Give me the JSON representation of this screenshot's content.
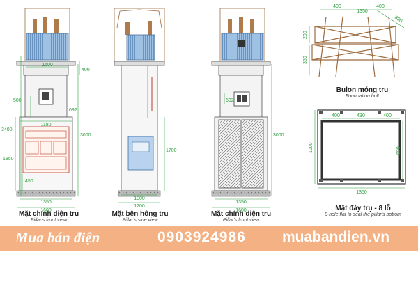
{
  "views": {
    "front": {
      "caption_vi": "Mặt chính diện trụ",
      "caption_en": "Pillar's front view",
      "dims": {
        "d1600_top": "1600",
        "d400": "400",
        "d500": "500",
        "d092": "092",
        "d3400": "3400",
        "d3000": "3000",
        "d1180": "1180",
        "d1850": "1850",
        "d450": "450",
        "d1350": "1350",
        "d1600_bottom": "1600"
      }
    },
    "side": {
      "caption_vi": "Mặt bên hông trụ",
      "caption_en": "Pillar's side view",
      "dims": {
        "d1700": "1700",
        "d1000": "1000",
        "d1200": "1200"
      }
    },
    "front2": {
      "caption_vi": "Mặt chính diện trụ",
      "caption_en": "Pillar's front view",
      "dims": {
        "d502": "502",
        "d3000": "3000",
        "d1350": "1350",
        "d1600": "1600"
      }
    },
    "bolt": {
      "caption_vi": "Bulon móng trụ",
      "caption_en": "Foundation bolt",
      "dims": {
        "d400_l": "400",
        "d400_r": "400",
        "d1350": "1350",
        "d890": "890",
        "d200": "200",
        "d350": "350"
      }
    },
    "bottom": {
      "caption_vi": "Mặt đáy trụ  -  8 lỗ",
      "caption_en": "8-hole flat to seal the pillar's bottom",
      "dims": {
        "d400_l": "400",
        "d430": "430",
        "d400_r": "400",
        "d1000": "1000",
        "d890": "890",
        "d1350": "1350"
      }
    }
  },
  "banner": {
    "name": "Mua bán điện",
    "phone": "0903924986",
    "site": "muabandien.vn"
  },
  "colors": {
    "banner_bg": "#f4b183",
    "dim_green": "#2e9e3e",
    "transformer_blue": "#8fb3d9",
    "bushing_brown": "#9c6b3f",
    "frame_gray": "#555555",
    "door_gray": "#8a8fa0",
    "base_gray": "#9a9a9a"
  }
}
